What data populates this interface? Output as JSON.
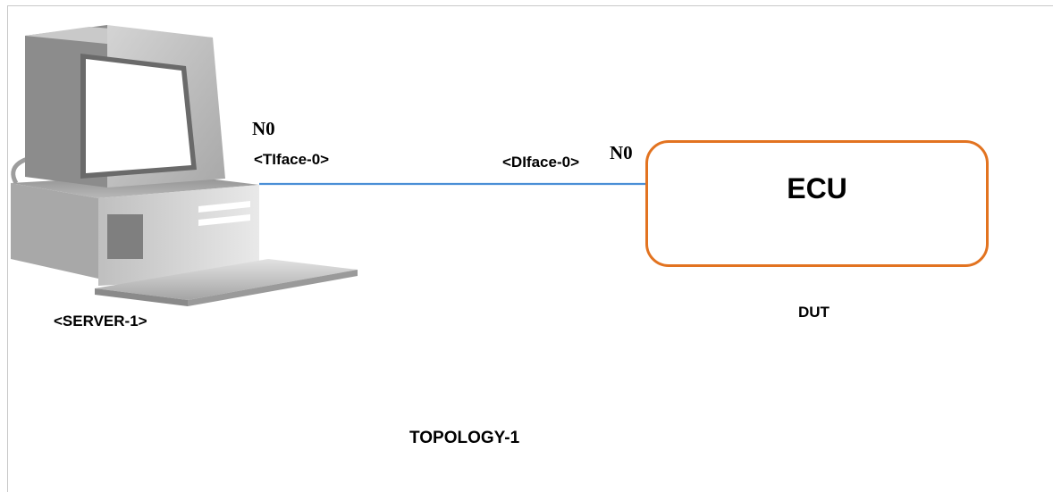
{
  "server": {
    "label": "<SERVER-1>",
    "port_label": "N0",
    "iface_label": "<TIface-0>"
  },
  "dut": {
    "box_label": "ECU",
    "caption": "DUT",
    "port_label": "N0",
    "iface_label": "<DIface-0>"
  },
  "diagram": {
    "caption": "TOPOLOGY-1"
  },
  "colors": {
    "link": "#4a8fd6",
    "ecu_border": "#e27320",
    "frame": "#c8c8c8"
  }
}
